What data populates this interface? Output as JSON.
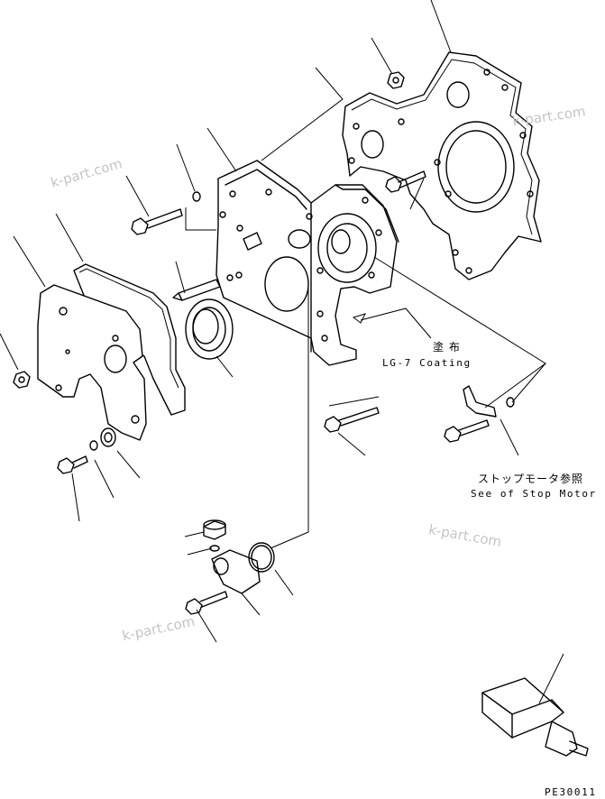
{
  "annotations": {
    "coating_ja": "塗 布",
    "coating_en": "LG-7 Coating",
    "stop_motor_ja": "ストップモータ参照",
    "stop_motor_en": "See of Stop Motor",
    "drawing_code": "PE30011"
  },
  "watermarks": [
    "k-part.com",
    "k-part.com",
    "k-part.com",
    "k-part.com"
  ],
  "colors": {
    "line": "#000000",
    "watermark": "#c4c4c4",
    "background": "#ffffff"
  }
}
